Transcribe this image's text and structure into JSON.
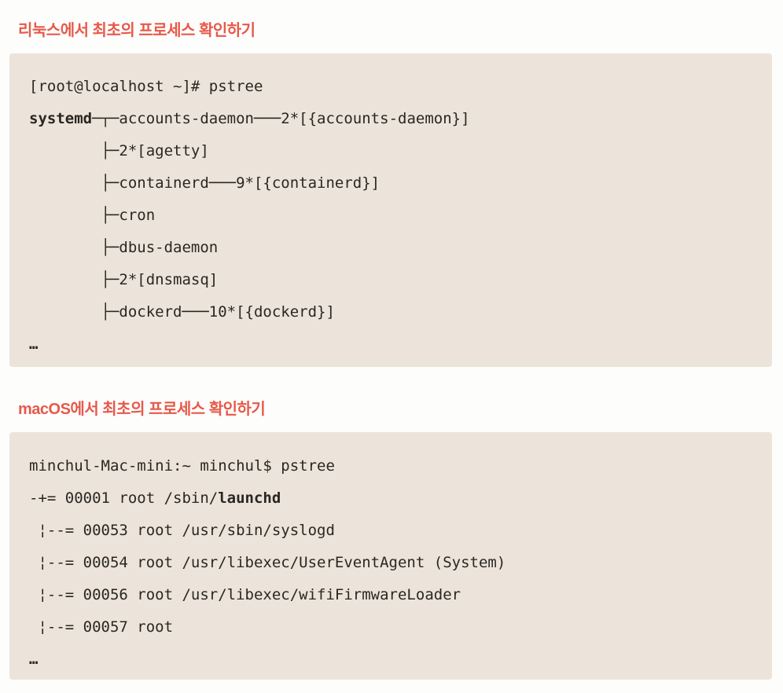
{
  "colors": {
    "heading_red": "#e7594a",
    "code_background": "#ece4da",
    "code_text": "#2a2622",
    "page_background": "#fdfdfc"
  },
  "sections": [
    {
      "id": "linux",
      "heading": "리눅스에서 최초의 프로세스 확인하기",
      "lines": [
        [
          {
            "t": "[root@localhost ~]# pstree"
          }
        ],
        [
          {
            "t": "systemd",
            "b": true
          },
          {
            "t": "─┬─accounts-daemon───2*[{accounts-daemon}]"
          }
        ],
        [
          {
            "t": "        ├─2*[agetty]"
          }
        ],
        [
          {
            "t": "        ├─containerd───9*[{containerd}]"
          }
        ],
        [
          {
            "t": "        ├─cron"
          }
        ],
        [
          {
            "t": "        ├─dbus-daemon"
          }
        ],
        [
          {
            "t": "        ├─2*[dnsmasq]"
          }
        ],
        [
          {
            "t": "        ├─dockerd───10*[{dockerd}]"
          }
        ],
        [
          {
            "t": "…",
            "b": true
          }
        ]
      ]
    },
    {
      "id": "macos",
      "heading": "macOS에서 최초의 프로세스 확인하기",
      "lines": [
        [
          {
            "t": "minchul-Mac-mini:~ minchul$ pstree"
          }
        ],
        [
          {
            "t": "-+= 00001 root /sbin/"
          },
          {
            "t": "launchd",
            "b": true
          }
        ],
        [
          {
            "t": " ¦--= 00053 root /usr/sbin/syslogd"
          }
        ],
        [
          {
            "t": " ¦--= 00054 root /usr/libexec/UserEventAgent (System)"
          }
        ],
        [
          {
            "t": " ¦--= 00056 root /usr/libexec/wifiFirmwareLoader"
          }
        ],
        [
          {
            "t": " ¦--= 00057 root"
          }
        ],
        [
          {
            "t": "…",
            "b": true
          }
        ]
      ]
    }
  ]
}
